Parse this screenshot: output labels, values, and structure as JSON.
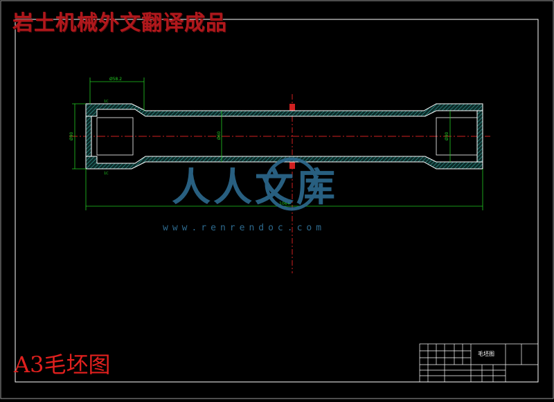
{
  "overlay": {
    "title": "岩土机械外文翻译成品"
  },
  "sheet": {
    "label": "A3毛坯图"
  },
  "watermark": {
    "logo_text": "人人文库",
    "url": "www.renrendoc.com",
    "color": "#2d6a8e"
  },
  "drawing": {
    "dimensions": {
      "top_width": "Ø58.2",
      "left_diameter": "Ø90",
      "mid_diameter": "Ø60",
      "right_diameter": "Ø90",
      "overall_length": "1064",
      "chamfer_top": "1C",
      "chamfer_bottom": "1C"
    }
  },
  "title_block": {
    "drawing_name": "毛坯图"
  },
  "colors": {
    "background": "#000000",
    "frame": "#ffffff",
    "part_outline": "#ffffff",
    "hatch": "#3aa8a0",
    "centerline": "#d02020",
    "dimension": "#22cc22",
    "title_overlay": "#b0181c",
    "sheet_label": "#e0201e"
  }
}
